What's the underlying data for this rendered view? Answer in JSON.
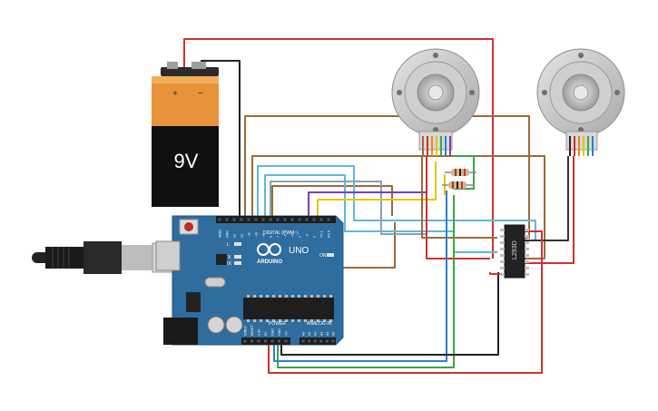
{
  "battery": {
    "voltage_label": "9V",
    "plus_label": "+",
    "minus_label": "−"
  },
  "arduino": {
    "logo_text": "ARDUINO",
    "model_label": "UNO",
    "digital_header_label": "DIGITAL (PWM~)",
    "power_header_label": "POWER",
    "analog_header_label": "ANALOG IN",
    "led_l_label": "L",
    "led_tx_label": "TX",
    "led_rx_label": "RX",
    "on_label": "ON",
    "digital_pins": [
      "AREF",
      "GND",
      "13",
      "12",
      "~11",
      "~10",
      "~9",
      "8",
      "7",
      "~6",
      "~5",
      "4",
      "~3",
      "2",
      "TX 1",
      "RX 0"
    ],
    "power_pins": [
      "IOREF",
      "RESET",
      "3.3V",
      "5V",
      "GND",
      "GND",
      "Vin"
    ],
    "analog_pins": [
      "A0",
      "A1",
      "A2",
      "A3",
      "A4",
      "A5"
    ]
  },
  "driver_chip": {
    "label": "L293D"
  },
  "colors": {
    "red": "#d32f2f",
    "black": "#222222",
    "brown": "#9a6a3a",
    "cyan": "#5fb8d8",
    "blue": "#2f7fd0",
    "green": "#33a84a",
    "yellow": "#e6c300",
    "purple": "#7a3fb0",
    "board": "#2f6d9e"
  },
  "icons": [
    "usb-cable-icon",
    "potentiometer-icon",
    "resistor-icon"
  ]
}
